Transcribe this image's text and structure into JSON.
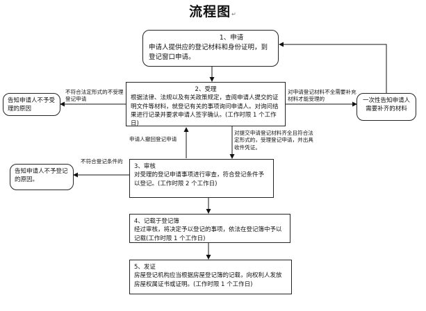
{
  "title": "流程图",
  "para_mark": "↵",
  "boxes": {
    "apply": {
      "head": "1、申请",
      "body": "申请人提供应的登记材料和身份证明，到登记窗口申请。"
    },
    "accept": {
      "head": "2、受理",
      "body": "根据法律、法规以及有关政策规定，查阅申请人提交的证明文件等材料，就登记有关的事项询问申请人。对询问结果进行记录并要求申请人签字确认。(工作时限 1 个工作日)"
    },
    "review": {
      "head": "3、审核",
      "body": "对受理的登记申请事项进行审查，符合登记条件予以登记。(工作时限 2 个工作日)"
    },
    "record": {
      "head": "4、记载于登记簿",
      "body": "经过审核，将决定予以登记的事项，依法在登记簿中予以记载(工作时限 1 个工作日)"
    },
    "issue": {
      "head": "5、发证",
      "body": "房屋登记机构应当根据房屋登记簿的记载，向权利人发放房屋权属证书或证明。(工作时限 1 个工作日)"
    },
    "reject_accept": {
      "body": "告知申请人不予受理的原因"
    },
    "reject_register": {
      "body": "告知申请人不予登记的原因。"
    },
    "supplement": {
      "body": "一次性告知申请人需要补齐的材料"
    }
  },
  "labels": {
    "not_legal": "不符合法定形式的不受理登记申请",
    "incomplete": "对申请登记材料不全需要补充材料才能受理的",
    "withdraw": "申请人撤回登记申请",
    "complete": "对提交申请登记材料齐全且符合法定形式的，受理登记申请，并出具收件凭证。",
    "not_meet": "不符合登记条件的"
  }
}
